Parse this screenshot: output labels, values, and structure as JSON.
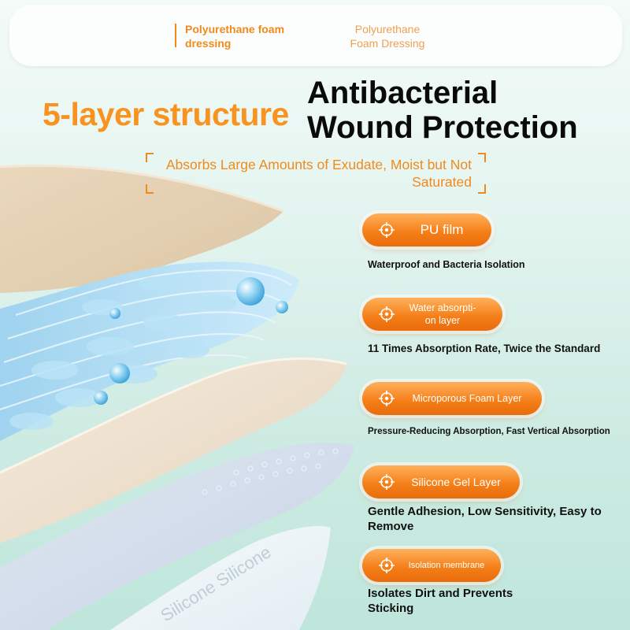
{
  "tabs": {
    "active": "Polyurethane foam dressing",
    "inactive": "Polyurethane Foam Dressing"
  },
  "headline": {
    "subtitle": "5-layer structure",
    "title_line1": "Antibacterial",
    "title_line2": "Wound Protection"
  },
  "tagline": "Absorbs Large Amounts of Exudate, Moist but Not Saturated",
  "illustration": {
    "print_text": "Silicone Silicone"
  },
  "layers": [
    {
      "label": "PU film",
      "description": "Waterproof and Bacteria Isolation",
      "icon": "crosshair-icon"
    },
    {
      "label": "Water absorpti- on layer",
      "description": "11 Times Absorption Rate, Twice the Standard",
      "icon": "crosshair-icon"
    },
    {
      "label": "Microporous Foam Layer",
      "description": "Pressure-Reducing Absorption, Fast Vertical Absorption",
      "icon": "crosshair-icon"
    },
    {
      "label": "Silicone Gel Layer",
      "description": "Gentle Adhesion, Low Sensitivity, Easy to Remove",
      "icon": "crosshair-icon"
    },
    {
      "label": "Isolation membrane",
      "description": "Isolates Dirt and Prevents Sticking",
      "icon": "crosshair-icon"
    }
  ],
  "colors": {
    "accent": "#f7931e",
    "pill": "#f47d16",
    "title": "#0a0a0a",
    "background": "#d6efe8"
  }
}
